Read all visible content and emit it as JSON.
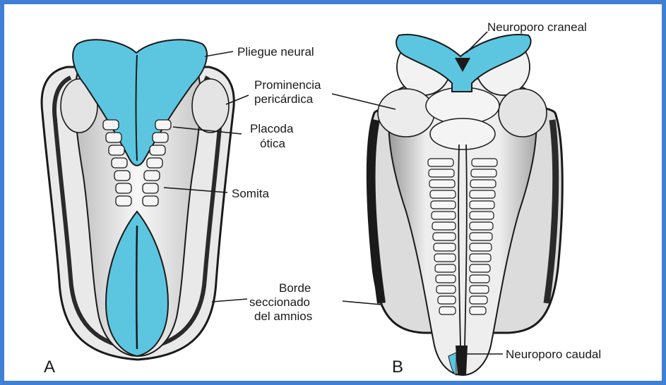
{
  "colors": {
    "frame": "#3f7fd4",
    "neural_tissue": "#5cc6e0",
    "outline": "#1a1a1a",
    "embryo_fill": "#f2f2f2",
    "shadow": "#7a7a7a"
  },
  "panels": {
    "a": "A",
    "b": "B"
  },
  "labels_a": {
    "pliegue_neural": "Pliegue neural",
    "prominencia_1": "Prominencia",
    "prominencia_2": "pericárdica",
    "placoda_1": "Placoda",
    "placoda_2": "ótica",
    "somita": "Somita",
    "borde_1": "Borde",
    "borde_2": "seccionado",
    "borde_3": "del amnios"
  },
  "labels_b": {
    "neuroporo_craneal": "Neuroporo craneal",
    "neuroporo_caudal": "Neuroporo caudal"
  }
}
